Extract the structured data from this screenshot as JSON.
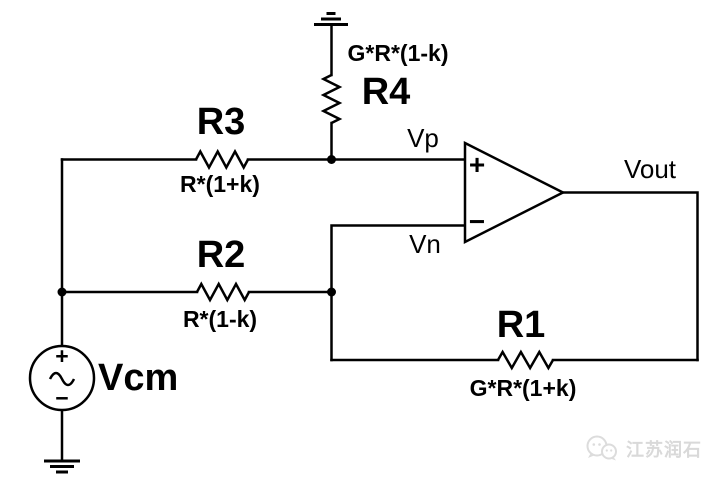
{
  "circuit": {
    "resistors": [
      {
        "ref": "R4",
        "value": "G*R*(1-k)",
        "orientation": "vertical"
      },
      {
        "ref": "R3",
        "value": "R*(1+k)",
        "orientation": "horizontal"
      },
      {
        "ref": "R2",
        "value": "R*(1-k)",
        "orientation": "horizontal"
      },
      {
        "ref": "R1",
        "value": "G*R*(1+k)",
        "orientation": "horizontal"
      }
    ],
    "opamp": {
      "noninverting_input": "+",
      "inverting_input": "−"
    },
    "source": {
      "ref": "Vcm",
      "plus": "+",
      "minus": "−",
      "waveform": "sine"
    },
    "nets": {
      "vp": "Vp",
      "vn": "Vn",
      "vout": "Vout"
    }
  },
  "watermark": {
    "icon": "wechat-logo",
    "text": "江苏润石",
    "color": "#d9d9d9"
  },
  "colors": {
    "background": "#ffffff",
    "line": "#000000"
  }
}
